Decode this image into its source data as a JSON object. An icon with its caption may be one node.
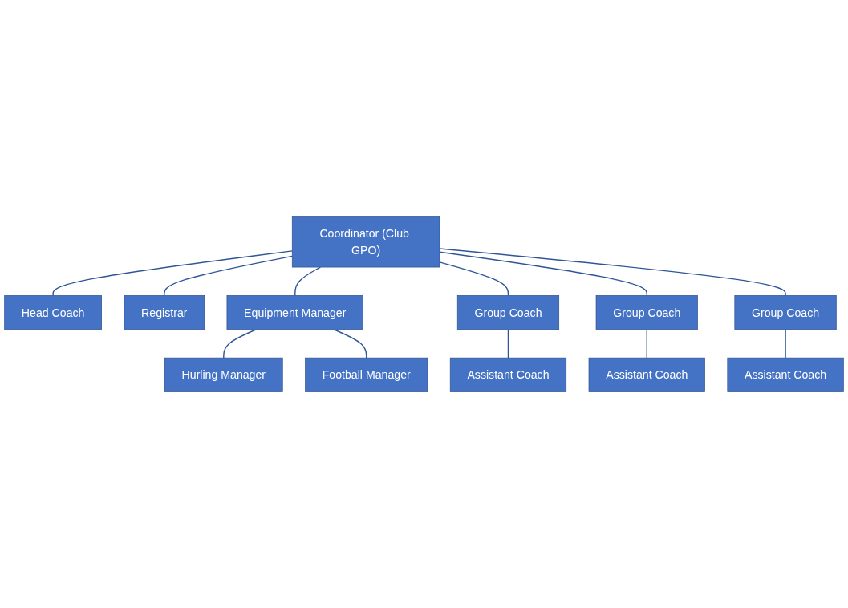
{
  "diagram": {
    "nodes": [
      {
        "text": [
          "Coordinator (Club GPO)"
        ]
      },
      {
        "text": [
          "Head Coach"
        ]
      },
      {
        "text": [
          "Registrar"
        ]
      },
      {
        "text": [
          "Equipment Manager"
        ]
      },
      {
        "text": [
          "Hurling Manager"
        ]
      },
      {
        "text": [
          "Football Manager"
        ]
      },
      {
        "text": [
          "Group Coach"
        ]
      },
      {
        "text": [
          "Group Coach"
        ]
      },
      {
        "text": [
          "Group Coach"
        ]
      },
      {
        "text": [
          "Assistant Coach"
        ]
      },
      {
        "text": [
          "Assistant Coach"
        ]
      },
      {
        "text": [
          "Assistant Coach"
        ]
      }
    ],
    "edges": [
      {
        "from": 0,
        "to": 1,
        "arrow": "none"
      },
      {
        "from": 0,
        "to": 2,
        "arrow": "none"
      },
      {
        "from": 0,
        "to": 3,
        "arrow": "none"
      },
      {
        "from": 3,
        "to": 4,
        "arrow": "none"
      },
      {
        "from": 3,
        "to": 5,
        "arrow": "none"
      },
      {
        "from": 0,
        "to": 6,
        "arrow": "none"
      },
      {
        "from": 0,
        "to": 7,
        "arrow": "none"
      },
      {
        "from": 0,
        "to": 8,
        "arrow": "none"
      },
      {
        "from": 6,
        "to": 9,
        "arrow": "none"
      },
      {
        "from": 7,
        "to": 10,
        "arrow": "none"
      },
      {
        "from": 8,
        "to": 11,
        "arrow": "none"
      }
    ]
  }
}
